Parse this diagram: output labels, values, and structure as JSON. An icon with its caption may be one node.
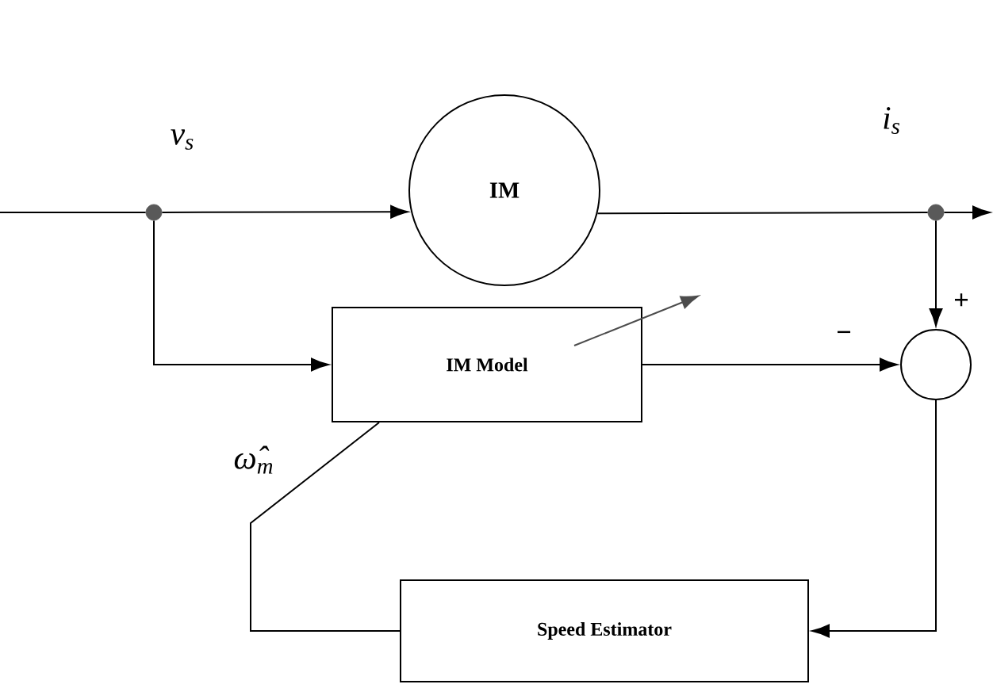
{
  "diagram": {
    "nodes": [
      {
        "text": [],
        "shape": "circle",
        "beside": [
          "v$_{s}$"
        ]
      },
      {
        "text": [
          "IM"
        ]
      },
      {
        "text": [],
        "shape": "circle",
        "beside": [
          "i$_{s}$"
        ]
      },
      {
        "text": [
          "IM Model"
        ]
      },
      {
        "text": [],
        "shape": "circle"
      },
      {
        "text": [
          "Speed Estimator"
        ]
      }
    ],
    "edges": [
      {
        "from": null,
        "to": 0,
        "arrow": "none"
      },
      {
        "from": 0,
        "to": 1,
        "arrow": "to"
      },
      {
        "from": 1,
        "to": 2,
        "arrow": "none"
      },
      {
        "from": 2,
        "to": null,
        "arrow": "to"
      },
      {
        "from": 2,
        "to": 4,
        "arrow": "to",
        "label": "+"
      },
      {
        "from": 0,
        "to": 3,
        "arrow": "to"
      },
      {
        "from": 3,
        "to": 4,
        "arrow": "to",
        "label": "−"
      },
      {
        "from": 4,
        "to": 5,
        "arrow": "to"
      },
      {
        "from": 5,
        "to": 3,
        "arrow": "none",
        "label": "ω̂$_{m}$"
      }
    ]
  }
}
